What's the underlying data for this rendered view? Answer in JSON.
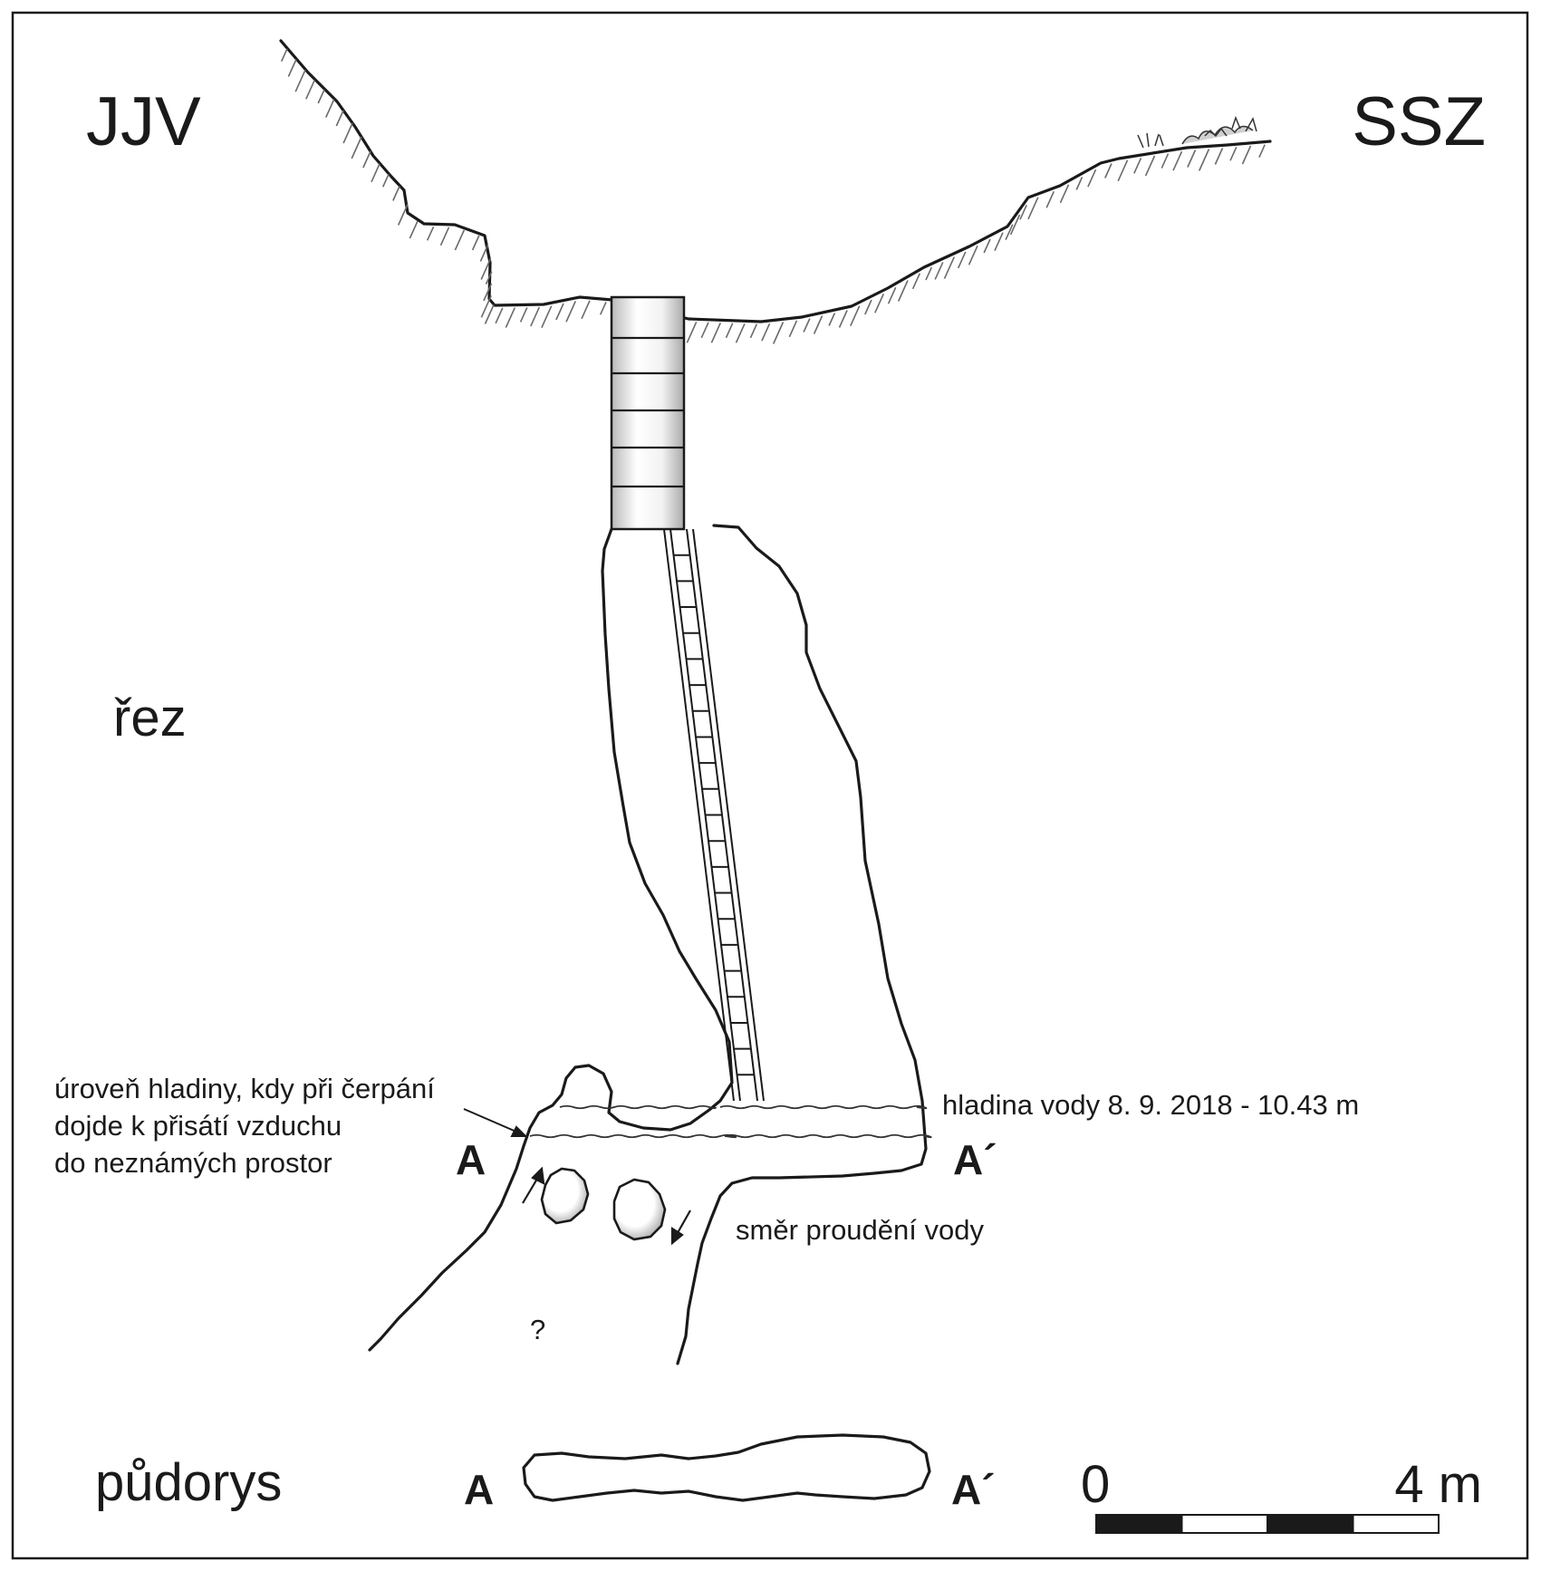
{
  "orientation": {
    "left": "JJV",
    "right": "SSZ"
  },
  "views": {
    "section": "řez",
    "plan": "půdorys"
  },
  "section_marks": {
    "a": "A",
    "a_prime": "A´"
  },
  "annotations": {
    "air_level": [
      "úroveň hladiny, kdy při čerpání",
      "dojde k přisátí vzduchu",
      "do neznámých prostor"
    ],
    "water_level": "hladina vody 8. 9. 2018 - 10.43 m",
    "flow": "směr proudění vody",
    "unknown": "?"
  },
  "scale_bar": {
    "start_label": "0",
    "end_label": "4 m",
    "segments": 4
  },
  "colors": {
    "line": "#1a1a1a",
    "hatch": "#6a6a6a",
    "background": "#ffffff"
  }
}
